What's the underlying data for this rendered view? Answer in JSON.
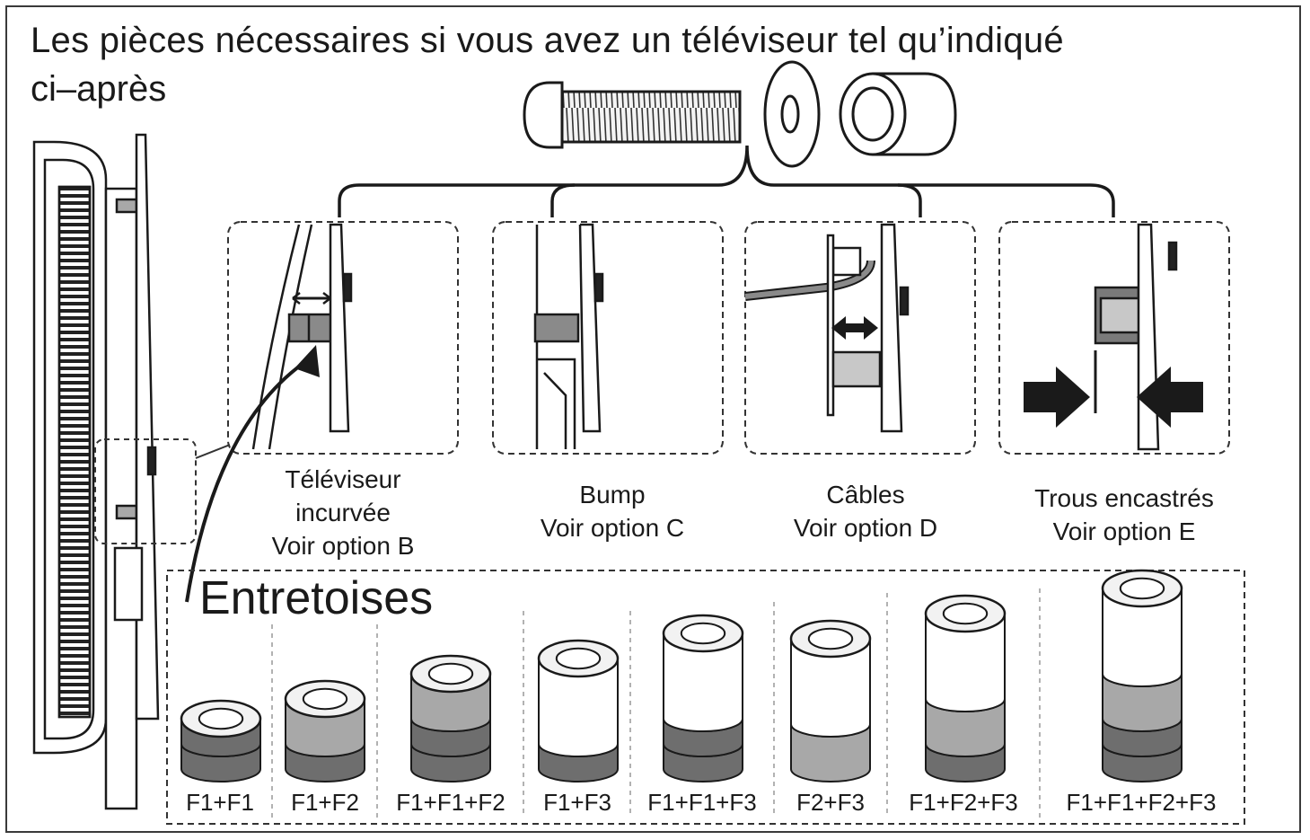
{
  "title": {
    "line1": "Les pièces nécessaires si vous avez un téléviseur tel qu’indiqué",
    "line2": "ci–après"
  },
  "options": [
    {
      "line1": "Téléviseur",
      "line2": "incurvée",
      "line3": "Voir option B"
    },
    {
      "line1": "Bump",
      "line2": "Voir option C"
    },
    {
      "line1": "Câbles",
      "line2": "Voir option D"
    },
    {
      "line1": "Trous encastrés",
      "line2": "Voir option E"
    }
  ],
  "spacers": {
    "title": "Entretoises",
    "labels": [
      "F1+F1",
      "F1+F2",
      "F1+F1+F2",
      "F1+F3",
      "F1+F1+F3",
      "F2+F3",
      "F1+F2+F3",
      "F1+F1+F2+F3"
    ]
  },
  "icons": {
    "hardware": [
      "screw-icon",
      "washer-icon",
      "spacer-icon"
    ],
    "arrows": [
      "double-arrow-icon",
      "curved-arrow-icon",
      "push-arrow-icon"
    ]
  },
  "colors": {
    "line": "#1a1a1a",
    "grey_dark": "#6e6e6e",
    "grey_mid": "#a8a8a8",
    "grey_light": "#d6d6d6"
  }
}
